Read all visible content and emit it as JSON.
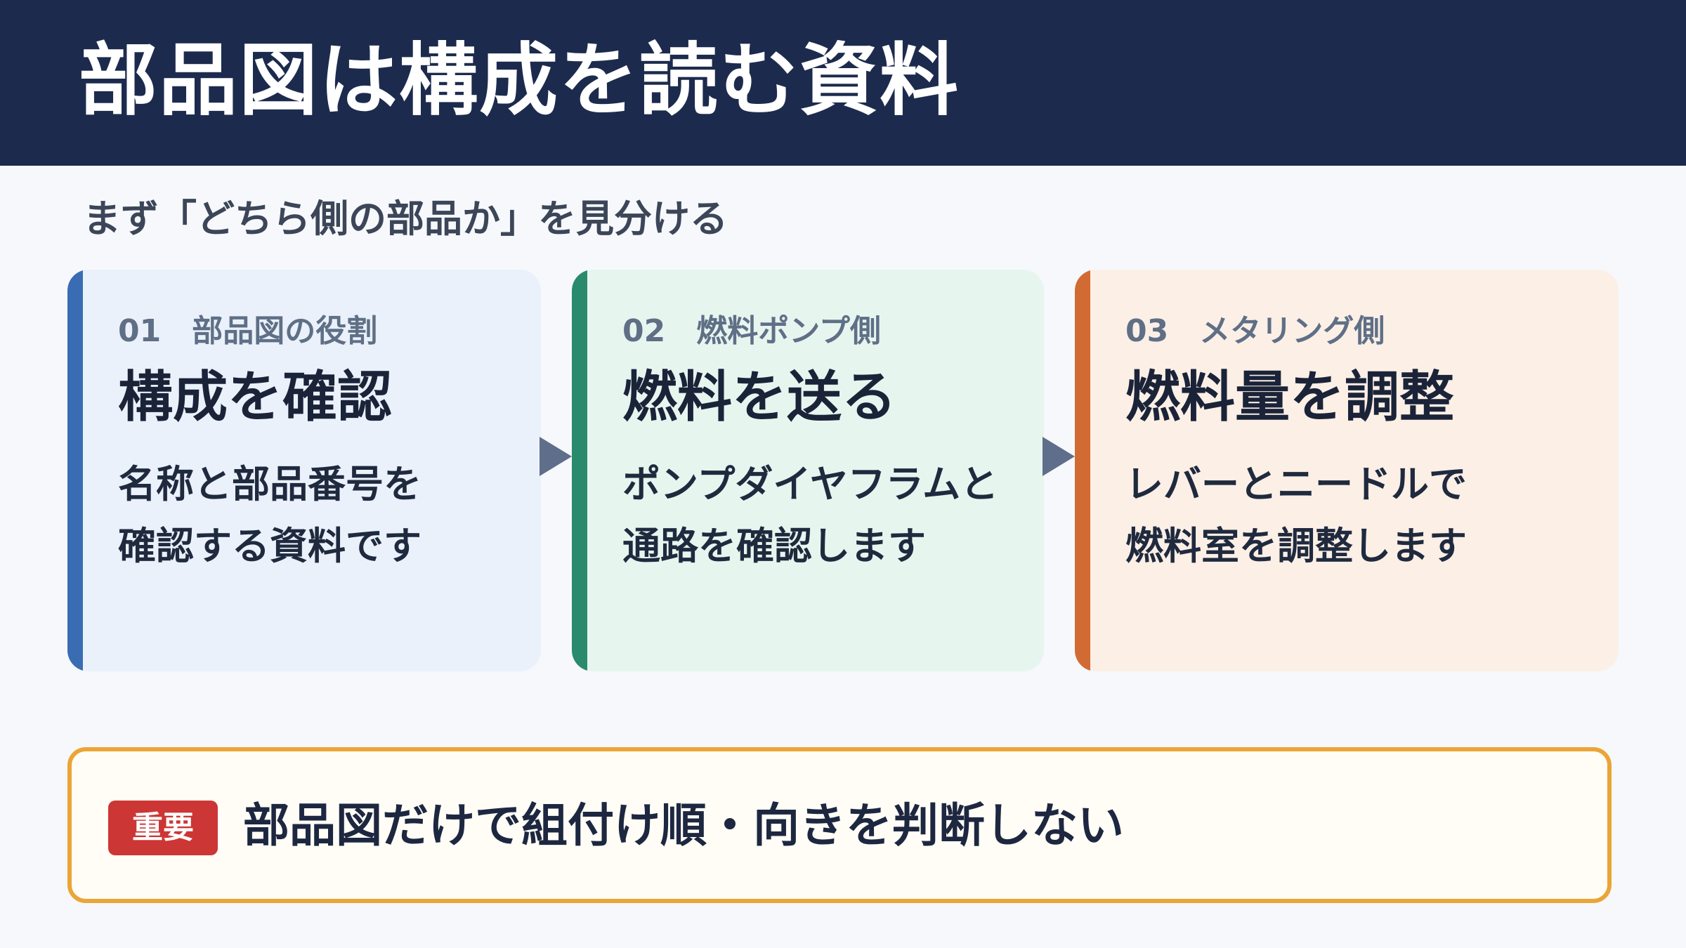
{
  "header": {
    "title": "部品図は構成を読む資料"
  },
  "subtitle": "まず「どちら側の部品か」を見分ける",
  "cards": [
    {
      "label": "01　部品図の役割",
      "title": "構成を確認",
      "body_lines": [
        "名称と部品番号を",
        "確認する資料です"
      ],
      "accent_color": "#3a6cb4"
    },
    {
      "label": "02　燃料ポンプ側",
      "title": "燃料を送る",
      "body_lines": [
        "ポンプダイヤフラムと",
        "通路を確認します"
      ],
      "accent_color": "#2a8a6c"
    },
    {
      "label": "03　メタリング側",
      "title": "燃料量を調整",
      "body_lines": [
        "レバーとニードルで",
        "燃料室を調整します"
      ],
      "accent_color": "#d26a34"
    }
  ],
  "notice": {
    "badge": "重要",
    "text": "部品図だけで組付け順・向きを判断しない",
    "border_color": "#eba536",
    "badge_color": "#cc3634"
  }
}
